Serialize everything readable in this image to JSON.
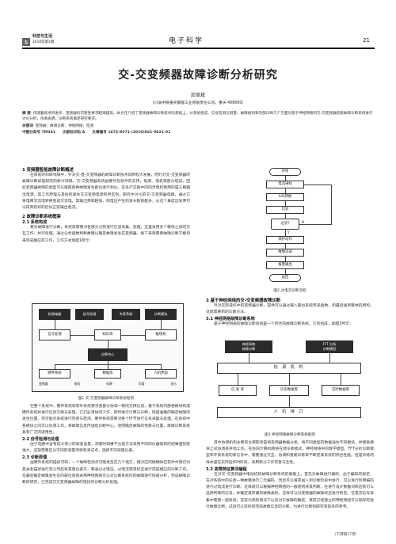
{
  "header": {
    "journal_name": "科技与生活",
    "issue": "2010年第1期",
    "section": "电子科学",
    "page_number": "21"
  },
  "article": {
    "title": "交-交变频器故障诊断分析研究",
    "author": "邱显斌",
    "affiliation": "（川渝中铁重庆钢窗工业有限责任公司，重庆 408000）",
    "abstract_label": "摘 要",
    "abstract": "作随着技术的进步，变频器的可靠性要求越来越高。本文在介绍了变频器故障诊断技术的基础上，从系统组成、信号检测与测量、故障规则和内部诊断几个方面对基于神经网络的交-交变频器智能故障诊断系统进行讨论分析，仿真表明，诊断系统满足研究要求。",
    "keywords_label": "关键词",
    "keywords": "变频器；故障诊断；神经网络；检测",
    "classification": "中图分类号 TM341　　文献标识码 A　　文章编号 1673-9671-(2010)021-0021-01"
  },
  "left_column": {
    "sec1_title": "1 变频器智能故障诊断概述",
    "sec1_text": "在目前的科研领域中，针对交-直-交变频器的故障诊断技术得到较大发展，而针对交-交变频器的故障诊断却是研究的新兴领域。交-交变频器系统由硬件及软件的支持，电源、电机等部分组成，因此变频器故障的类型可以按照各种故障发生部位进行划分。在生产实践中的同步电机使用的是三相输出电源，其工作原理与其他的基本交交变频电源有所区别，研究中讨论的交-交变频器电路，通过它将电网交流电转换变成交流电。其输出频率越低，则电压产生的波头数就越多，从这个角度出发便可以得到较好的近似正弦输出电流。",
    "sec2_title": "2 故障诊断系统框架",
    "sec21_title": "2.1 系统构成",
    "sec21_text": "要对故障进行诊断，系统就需要对各部分分别进行信息采集、处理，这里采用多个模块之间的交互工作、并行处理，通过分析函数判断故障以确定故障发生在变频器，接下来就需要故障诊断子模块来完成相应的工作，工作方式如图1所示：",
    "fig1_caption": "图1 交-交变频器故障诊断系统框架",
    "after_fig1_text": "在整个系统中，硬件系统和软件系统要求各部分协调一致的交换信息，基于系统内部各模块构成硬件系统并进行信息交换与处理，它们必须协同工作，同时进行计算与诊断，快速准确的确定故障的发生位置，尽可能对系统进行完善与检测。硬件系统需要对各个环节进行信号采集与处理，在系统中各模块之间可以协调工作，将故障信息传送给诊断中心，进而确定故障的性质与位置，故障诊断系统具有广泛的适用性。",
    "sec22_title": "2.2 信号检测与处理",
    "sec22_text": "由于电路中含有成大或小的谐波含量，测量时如果不注意方法采用不同的仪器得到的结果差别就很大，这就需要区分不同的测量项目和测试点，选择不同测量仪表。",
    "sec23_title": "2.3 诊断原理",
    "sec23_text": "由硬件系统的描述可知，一个故障检测点可能发生在几个地方，相对应的模糊体在软件中我们对其关系描述进行定义然后将其量化表示，要通过过电压、过电流等等状态进行完成相应的诊断工作。在最后确定故障发生在的部位系统采用神经网络可以对诊断系统作的故障进行快速分析，完成故障诊断的研究，已完成交交变频器故障的电抗的诊断分析处理。"
  },
  "right_column": {
    "fig2_caption": "图2 过电流诊断流程",
    "sec3_title": "3 基于神经网络的交-交变频器故障诊断",
    "sec3_text": "针对实际操作中的变频器诊断，提供可以通过输入输出系统传递函数，和最后送到整体的结构，这就需要新的诊断方法。",
    "sec31_title": "3.1 神经网络故障诊断系统",
    "sec31_text": "基于神经网络的故障诊断系统是一个综合的故障诊断系统，它的组成，如图3所示：",
    "fig3_caption": "图3 神经网络故障诊断系统框架",
    "after_fig3_text": "其中协调机构主要的主要职责是将变频器数据分类、将不同类型的数据送往不同模块，并使各模块之间协调有序地工作。在协同计算机网络在调令新模式，神经网络中的数学模型，FFT分析诊断模型和专家系统的新信号中，需要通过交互、协调和重新训练来不断提高系统的综合性能。但是训练的样本是在实际运作时阶段，采用新分工作完善与生性。",
    "sec32_title": "3.2 故障特征算法编程",
    "sec32_text": "在对交-交变频器中电动机的故障诊断系统的基础上，首先对故障进行编码，由于编码的规定，在对系统中的任意一种故障进行二元编码，然后可以将其送入到诊断阶段中进行，可以进行利用编码进行过电流进行诊断。这样就可以根据神经网络的一般结构将其判断。在进行设计数据训练后就可以选择判断的信号，并确定其所属的故障类别，这样可以对变频器的故障状态进行判定。在电流信号采集中需要一组系统，在较为高的情况下以及对于故障的确定。目前已经建立的神经网络可以较好的进行故障诊断，试验可以较好的完成故障信息的诊断，为进行诊断和研究有较多的参考。",
    "continued": "（下转第27页）"
  },
  "fig1": {
    "top_left": "检测电路",
    "top_left2": "信号检测",
    "top_right": "专家系统",
    "top_right2": "诊断模块",
    "mid_left": "信号处理",
    "mid_center": "知识库",
    "mid_right": "推理机",
    "center": "诊断中心",
    "bottom_left": "硬件系统",
    "bottom_center": "数据库",
    "bottom_right": "人机界面",
    "bottom_row": [
      "变频器",
      "电机",
      "电源",
      "负载",
      "显示"
    ]
  },
  "fig2": {
    "start": "开始",
    "steps": [
      "电流采样",
      "A/D转换",
      "比较",
      "过流?",
      "保护动作",
      "故障记录",
      "报警输出",
      "返回"
    ],
    "yes": "Y",
    "no": "N"
  },
  "fig3": {
    "input_left": "神经网络\n故障诊断",
    "input_right": "FFT 分析\n诊断模型",
    "coordinator": "协 调 机 构",
    "modules": [
      "信 息 库",
      "历史数据库",
      "实时数据库"
    ],
    "interface": "人 机 接 口"
  }
}
